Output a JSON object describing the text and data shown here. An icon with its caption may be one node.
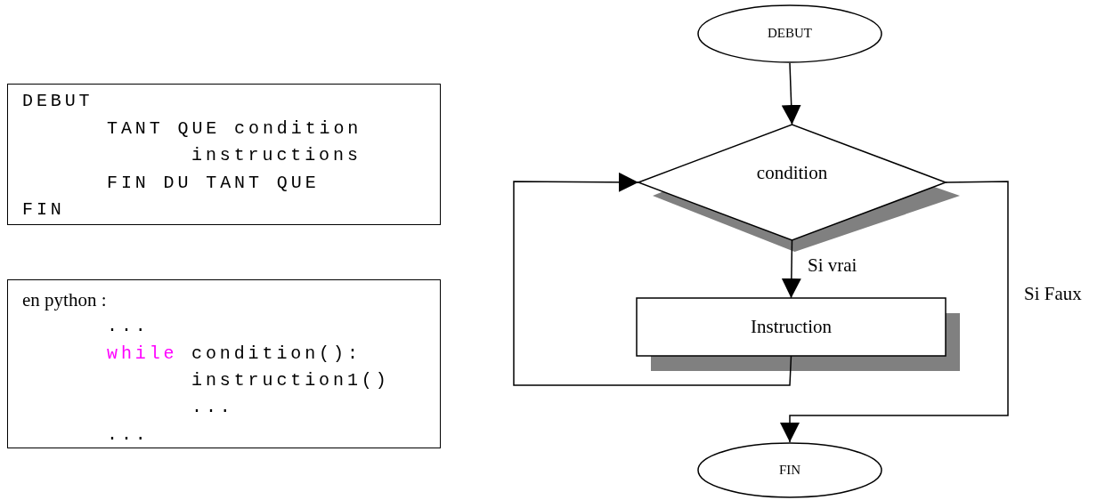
{
  "diagram": {
    "nodes": [
      {
        "text": [
          "DEBUT",
          "TANT QUE condition",
          "instructions",
          "FIN DU TANT QUE",
          "FIN"
        ]
      },
      {
        "text": [
          "en python :",
          "...",
          "while",
          "condition():",
          "instruction1()",
          "...",
          "..."
        ]
      },
      {
        "text": [
          "DEBUT"
        ]
      },
      {
        "text": [
          "condition"
        ]
      },
      {
        "text": [
          "Instruction"
        ]
      },
      {
        "text": [
          "FIN"
        ]
      }
    ],
    "edges": [
      {
        "from": 2,
        "to": 3,
        "arrow": "to"
      },
      {
        "from": 3,
        "to": 4,
        "arrow": "to",
        "label": "Si vrai"
      },
      {
        "from": 4,
        "to": 3,
        "arrow": "to"
      },
      {
        "from": 3,
        "to": 5,
        "arrow": "to",
        "label": "Si Faux"
      }
    ]
  }
}
